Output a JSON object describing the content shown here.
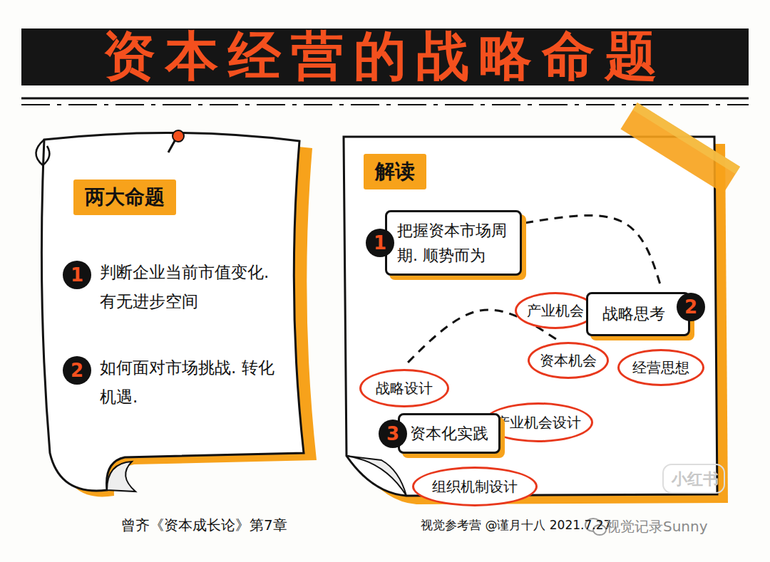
{
  "diagram": {
    "title": "资本经营的战略命题",
    "nodes": [
      {
        "text": [
          "两大命题"
        ]
      },
      {
        "text": [
          "1",
          "判断企业当前市值变化. 有无进步空间"
        ],
        "in": 0
      },
      {
        "text": [
          "2",
          "如何面对市场挑战. 转化机遇."
        ],
        "in": 0
      },
      {
        "text": [
          "解读"
        ]
      },
      {
        "text": [
          "1",
          "把握资本市场周期. 顺势而为"
        ],
        "in": 3
      },
      {
        "text": [
          "2",
          "战略思考"
        ],
        "in": 3
      },
      {
        "text": [
          "产业机会"
        ],
        "in": 3
      },
      {
        "text": [
          "资本机会"
        ],
        "in": 3
      },
      {
        "text": [
          "经营思想"
        ],
        "in": 3
      },
      {
        "text": [
          "战略设计"
        ],
        "in": 3
      },
      {
        "text": [
          "3",
          "资本化实践"
        ],
        "in": 3
      },
      {
        "text": [
          "产业机会设计"
        ],
        "in": 3
      },
      {
        "text": [
          "组织机制设计"
        ],
        "in": 3
      }
    ],
    "edges": [
      {
        "from": 4,
        "to": 5,
        "arrow": "none"
      },
      {
        "from": 7,
        "to": 9,
        "arrow": "none"
      }
    ],
    "labels": [
      "曾齐《资本成长论》第7章",
      "视觉参考营 @谨月十八 2021.7.27",
      "小红书",
      "视觉记录Sunny"
    ]
  }
}
